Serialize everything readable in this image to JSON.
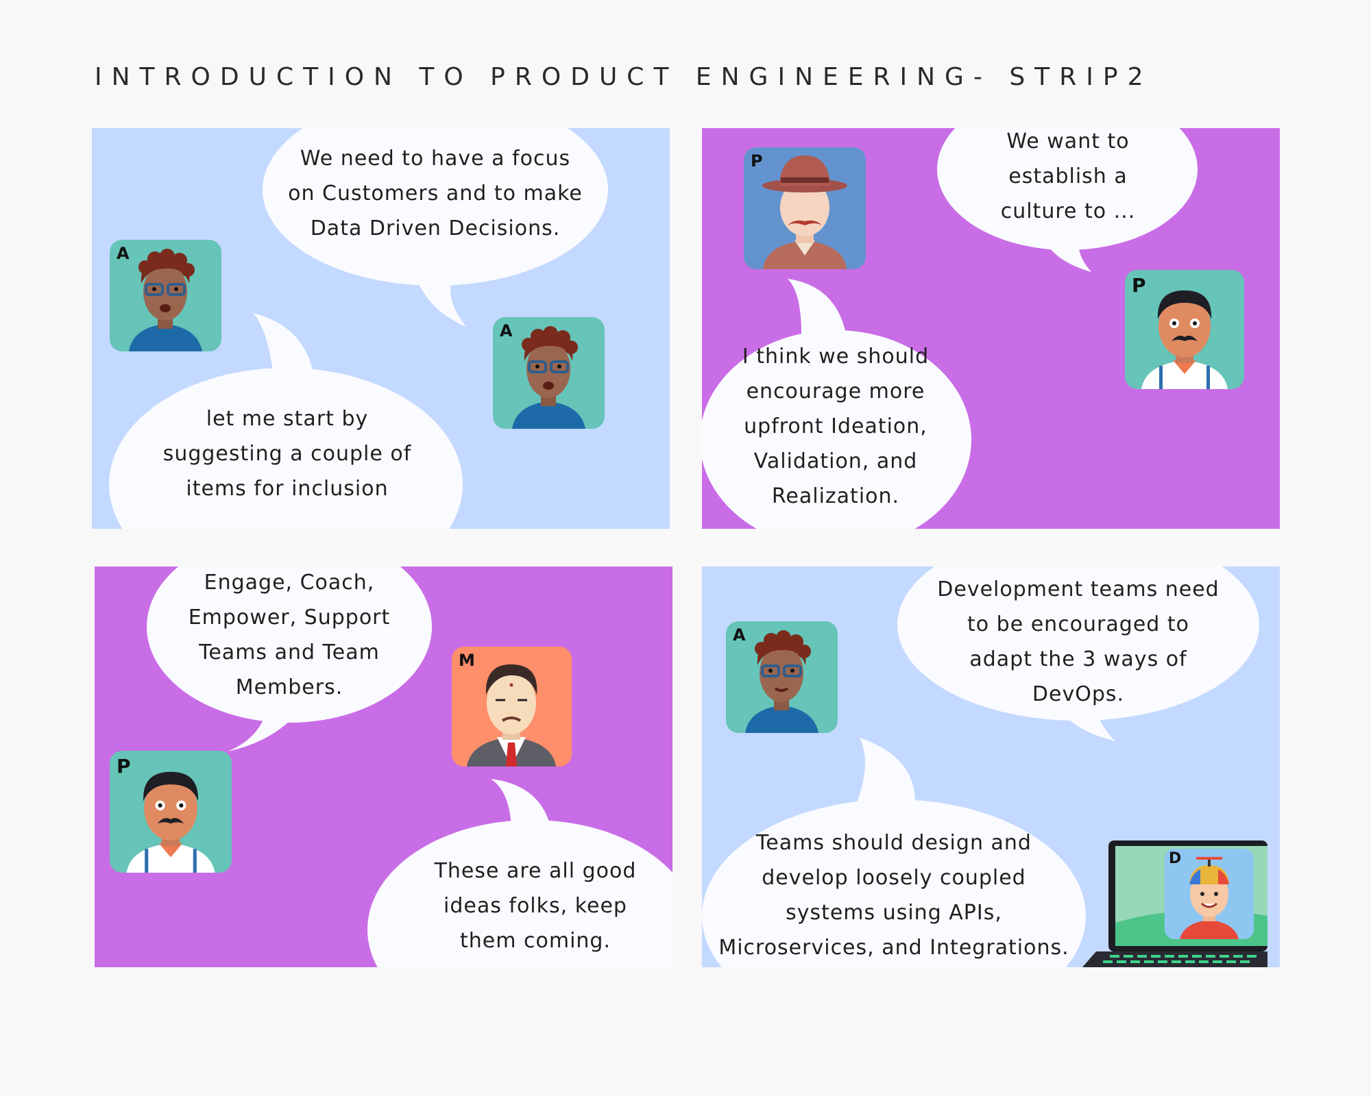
{
  "title": "INTRODUCTION TO PRODUCT ENGINEERING- STRIP2",
  "colors": {
    "panel_blue": "#c4d9ff",
    "panel_purple": "#c96de6",
    "bubble": "#fafbff",
    "avatar_teal": "#66c4b8"
  },
  "panels": [
    {
      "bubbles": [
        "We need to have a focus on Customers and to make Data Driven Decisions.",
        "let me start by suggesting a couple of items for inclusion"
      ],
      "avatars": [
        "A",
        "A"
      ]
    },
    {
      "bubbles": [
        "We want to establish a culture to ...",
        "I think we should encourage more upfront Ideation, Validation, and Realization."
      ],
      "avatars": [
        "P",
        "P"
      ]
    },
    {
      "bubbles": [
        "Engage, Coach, Empower, Support Teams and Team Members.",
        "These are all good ideas folks, keep them coming."
      ],
      "avatars": [
        "P",
        "M"
      ]
    },
    {
      "bubbles": [
        "Development teams need to be encouraged to adapt the 3 ways of DevOps.",
        "Teams should design and develop loosely coupled systems using APIs, Microservices, and Integrations."
      ],
      "avatars": [
        "A",
        "D"
      ]
    }
  ]
}
